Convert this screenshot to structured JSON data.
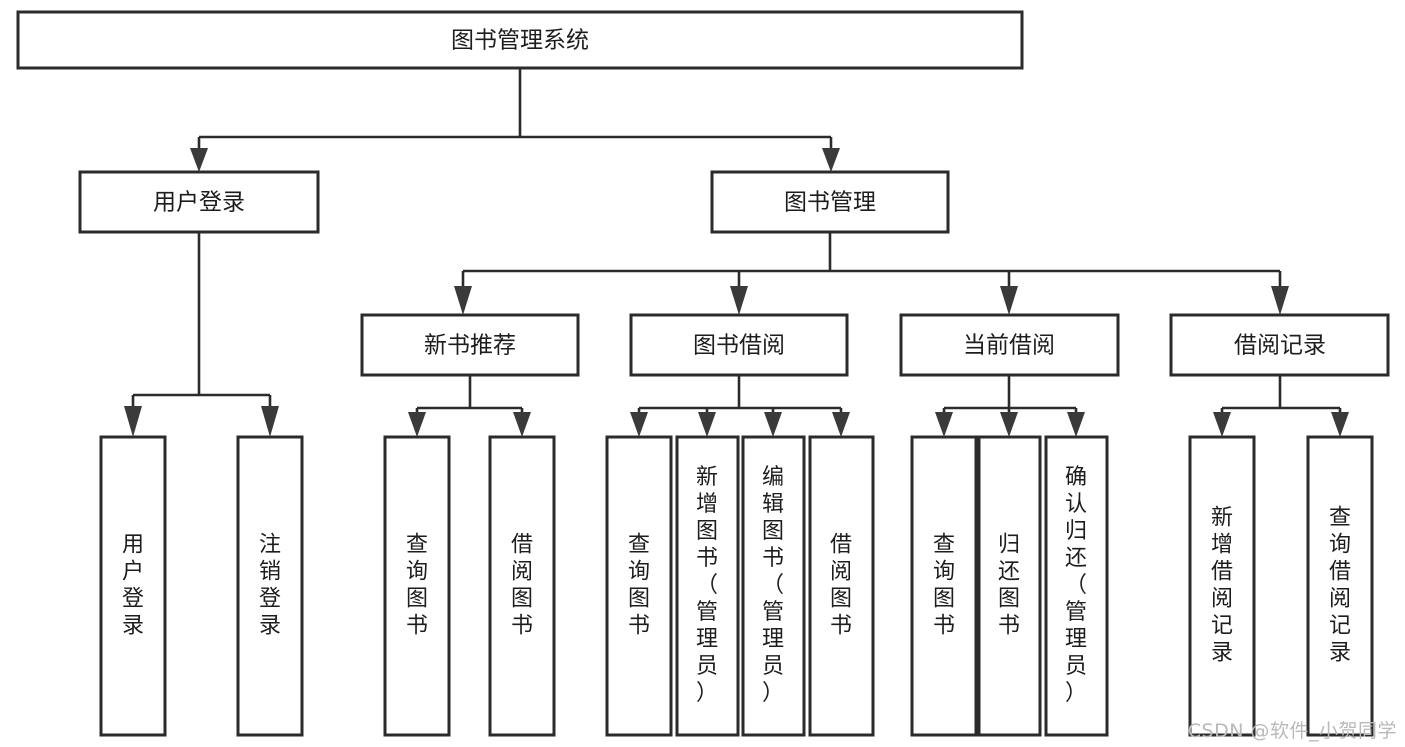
{
  "diagram": {
    "title": "图书管理系统",
    "type": "tree-hierarchy-diagram",
    "watermark": "CSDN @软件_小贺同学",
    "colors": {
      "background": "#ffffff",
      "box_stroke": "#2b2b2b",
      "box_fill": "#ffffff",
      "link_stroke": "#2b2b2b",
      "text": "#1d1d1d",
      "watermark": "#b9b9b9"
    },
    "root": {
      "id": "root",
      "label": "图书管理系统"
    },
    "level2": [
      {
        "id": "user-login",
        "label": "用户登录"
      },
      {
        "id": "book-manage",
        "label": "图书管理"
      }
    ],
    "level3": [
      {
        "id": "new-book-recommend",
        "label": "新书推荐",
        "parent": "book-manage"
      },
      {
        "id": "book-borrow",
        "label": "图书借阅",
        "parent": "book-manage"
      },
      {
        "id": "current-borrow",
        "label": "当前借阅",
        "parent": "book-manage"
      },
      {
        "id": "borrow-record",
        "label": "借阅记录",
        "parent": "book-manage"
      }
    ],
    "leaves": [
      {
        "id": "leaf-user-login",
        "label": "用户登录",
        "parent": "user-login"
      },
      {
        "id": "leaf-user-logout",
        "label": "注销登录",
        "parent": "user-login"
      },
      {
        "id": "leaf-query-book-1",
        "label": "查询图书",
        "parent": "new-book-recommend"
      },
      {
        "id": "leaf-borrow-book-1",
        "label": "借阅图书",
        "parent": "new-book-recommend"
      },
      {
        "id": "leaf-query-book-2",
        "label": "查询图书",
        "parent": "book-borrow"
      },
      {
        "id": "leaf-add-book",
        "label": "新增图书（管理员）",
        "parent": "book-borrow"
      },
      {
        "id": "leaf-edit-book",
        "label": "编辑图书（管理员）",
        "parent": "book-borrow"
      },
      {
        "id": "leaf-borrow-book-2",
        "label": "借阅图书",
        "parent": "book-borrow"
      },
      {
        "id": "leaf-query-book-3",
        "label": "查询图书",
        "parent": "current-borrow"
      },
      {
        "id": "leaf-return-book",
        "label": "归还图书",
        "parent": "current-borrow"
      },
      {
        "id": "leaf-confirm-return",
        "label": "确认归还（管理员）",
        "parent": "current-borrow"
      },
      {
        "id": "leaf-add-record",
        "label": "新增借阅记录",
        "parent": "borrow-record"
      },
      {
        "id": "leaf-query-record",
        "label": "查询借阅记录",
        "parent": "borrow-record"
      }
    ]
  }
}
